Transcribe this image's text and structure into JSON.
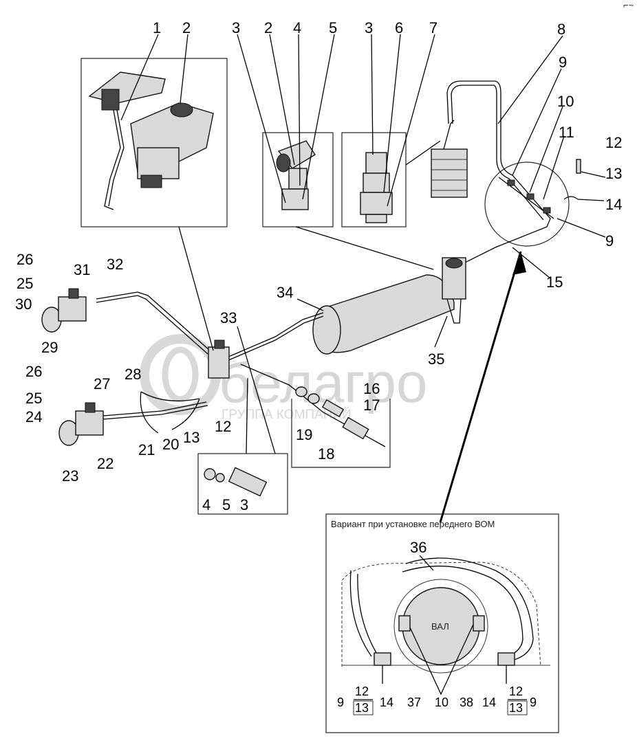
{
  "callouts": {
    "top": [
      "1",
      "2",
      "3",
      "2",
      "4",
      "5",
      "3",
      "6",
      "7",
      "8",
      "9",
      "10",
      "11",
      "12",
      "13",
      "14",
      "9",
      "15"
    ],
    "left": [
      "26",
      "25",
      "31",
      "32",
      "30",
      "29",
      "34",
      "33",
      "35",
      "26",
      "27",
      "28",
      "25",
      "24",
      "16",
      "17",
      "19",
      "18",
      "21",
      "20",
      "13",
      "12",
      "23",
      "22"
    ],
    "detail": [
      "4",
      "5",
      "3"
    ],
    "inset": [
      "36",
      "9",
      "12",
      "13",
      "14",
      "37",
      "10",
      "38",
      "14",
      "12",
      "13",
      "9"
    ]
  },
  "inset": {
    "title": "Вариант при установке переднего ВОМ",
    "shaft_label": "ВАЛ"
  },
  "watermark": {
    "brand": "белагро",
    "subtitle": "ГРУППА КОМПАНИЙ"
  },
  "corner_mark": "⌐~"
}
